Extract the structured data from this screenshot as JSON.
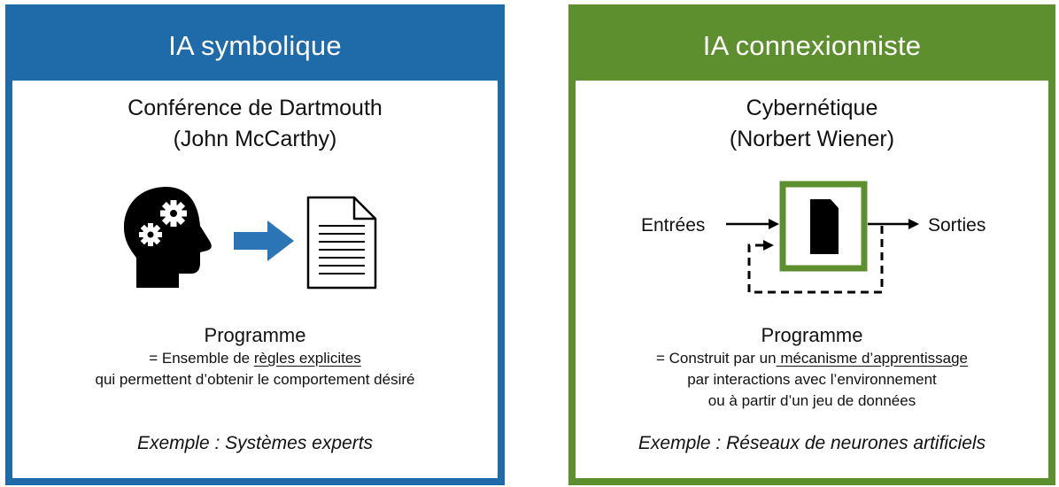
{
  "symbolic": {
    "header": "IA symbolique",
    "origin_line1": "Conférence de Dartmouth",
    "origin_line2": "(John McCarthy)",
    "program_title": "Programme",
    "program_prefix": "= Ensemble de ",
    "program_underlined": "règles explicites",
    "program_line2": "qui permettent d’obtenir le comportement désiré",
    "example": "Exemple : Systèmes experts",
    "icons": [
      "head-gears-icon",
      "arrow-right-icon",
      "document-icon"
    ]
  },
  "connectionist": {
    "header": "IA connexionniste",
    "origin_line1": "Cybernétique",
    "origin_line2": "(Norbert Wiener)",
    "input_label": "Entrées",
    "output_label": "Sorties",
    "program_title": "Programme",
    "program_prefix": "= Construit par un",
    "program_underlined": " mécanisme d’apprentissage",
    "program_line2": "par interactions avec l’environnement",
    "program_line3": "ou à partir d’un jeu de données",
    "example": "Exemple : Réseaux de neurones artificiels",
    "icons": [
      "black-box-icon",
      "feedback-loop-arrow"
    ]
  },
  "colors": {
    "symbolic": "#1f6aa9",
    "connectionist": "#5e8f2e",
    "arrow_blue": "#2b74b5"
  }
}
